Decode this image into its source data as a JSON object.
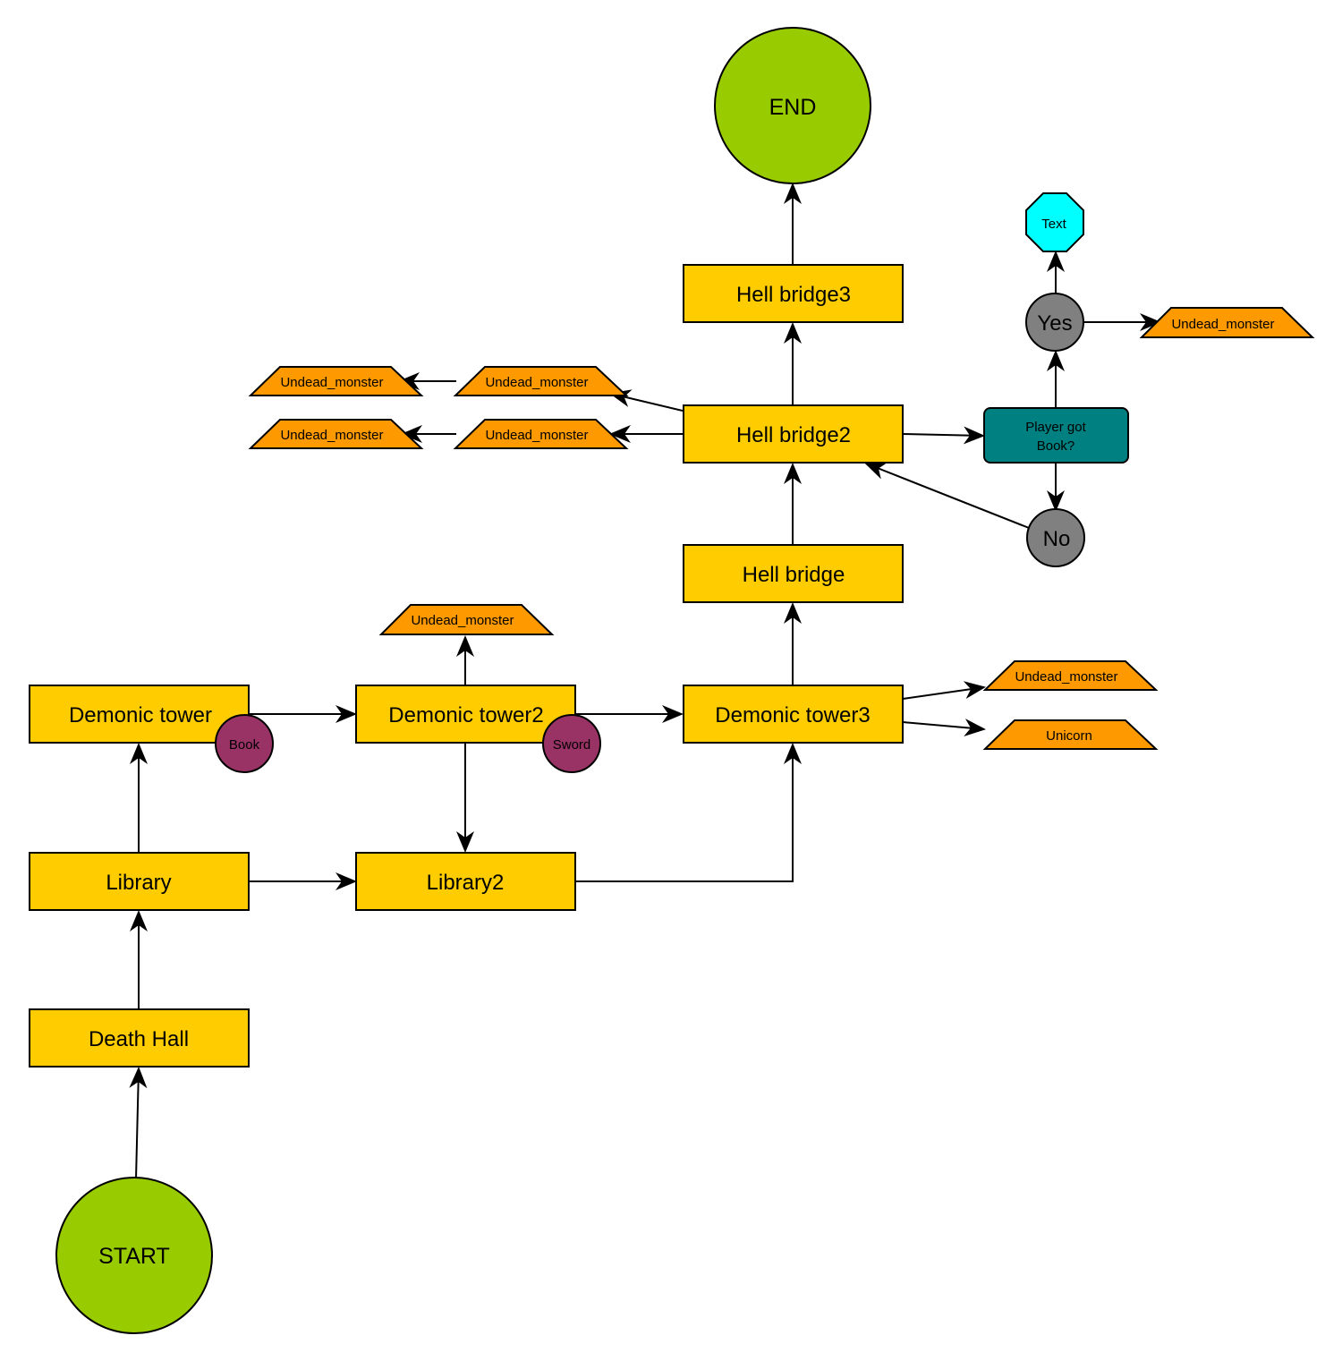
{
  "colors": {
    "room": "#FFCC00",
    "terminal": "#99CC00",
    "monster": "#FF9900",
    "item": "#993366",
    "decision": "#008080",
    "answer": "#808080",
    "text_node": "#00FFFF",
    "stroke": "#000000"
  },
  "terminals": {
    "start": "START",
    "end": "END"
  },
  "rooms": {
    "death_hall": "Death Hall",
    "library": "Library",
    "library2": "Library2",
    "demonic_tower": "Demonic tower",
    "demonic_tower2": "Demonic tower2",
    "demonic_tower3": "Demonic tower3",
    "hell_bridge": "Hell bridge",
    "hell_bridge2": "Hell bridge2",
    "hell_bridge3": "Hell bridge3"
  },
  "items": {
    "book": "Book",
    "sword": "Sword"
  },
  "monsters": {
    "tower2": "Undead_monster",
    "tower3_a": "Undead_monster",
    "tower3_b": "Unicorn",
    "bridge2_top_near": "Undead_monster",
    "bridge2_top_far": "Undead_monster",
    "bridge2_bottom_near": "Undead_monster",
    "bridge2_bottom_far": "Undead_monster",
    "yes_branch": "Undead_monster"
  },
  "decision": {
    "line1": "Player got",
    "line2": "Book?"
  },
  "answers": {
    "yes": "Yes",
    "no": "No"
  },
  "text_node": "Text"
}
